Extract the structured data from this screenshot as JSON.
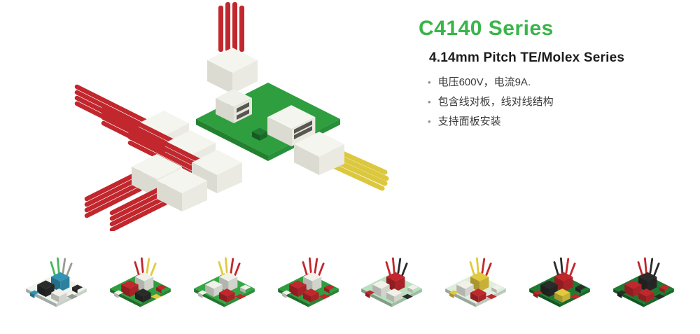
{
  "product": {
    "title": "C4140 Series",
    "subtitle": "4.14mm Pitch TE/Molex Series",
    "bullet_glyph": "•",
    "features": [
      "电压600V，电流9A.",
      "包含线对板，线对线结构",
      "支持面板安装"
    ]
  },
  "colors": {
    "accent_green": "#3ab54a",
    "pcb_green": "#2f9e3f",
    "wire_red": "#c1272d",
    "wire_yellow": "#e2c93e",
    "housing_white": "#f5f5ef"
  },
  "illustration": {
    "name": "isometric-connector-assembly"
  },
  "thumbnails": [
    {
      "name": "loose-connector-parts"
    },
    {
      "name": "pcb-with-red-connectors"
    },
    {
      "name": "pcb-with-wire-harnesses"
    },
    {
      "name": "pcb-with-red-headers"
    },
    {
      "name": "white-connectors-with-red-wires"
    },
    {
      "name": "connector-row-with-yellow-and-red"
    },
    {
      "name": "dark-pcb-with-mixed-connectors"
    },
    {
      "name": "dense-pcb-with-red-black-connectors"
    }
  ]
}
